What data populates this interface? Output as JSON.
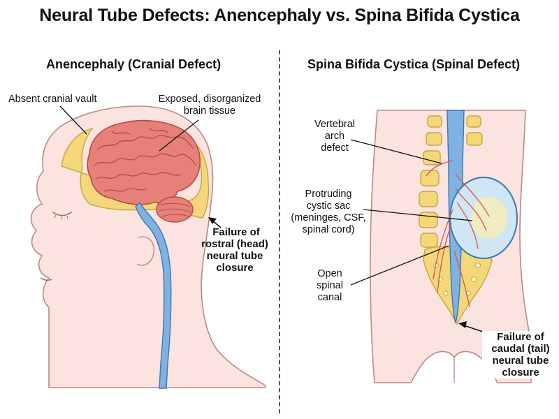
{
  "title": "Neural Tube Defects: Anencephaly vs. Spina Bifida Cystica",
  "left_panel": {
    "heading": "Anencephaly (Cranial Defect)",
    "labels": {
      "cranial": "Absent cranial vault",
      "brain_line1": "Exposed, disorganized",
      "brain_line2": "brain tissue",
      "failure_line1": "Failure of",
      "failure_line2": "rostral (head)",
      "failure_line3": "neural tube",
      "failure_line4": "closure"
    }
  },
  "right_panel": {
    "heading": "Spina Bifida Cystica (Spinal Defect)",
    "labels": {
      "arch_line1": "Vertebral",
      "arch_line2": "arch",
      "arch_line3": "defect",
      "sac_line1": "Protruding",
      "sac_line2": "cystic sac",
      "sac_line3": "(meninges, CSF,",
      "sac_line4": "spinal cord)",
      "canal_line1": "Open",
      "canal_line2": "spinal",
      "canal_line3": "canal",
      "failure_line1": "Failure of",
      "failure_line2": "caudal (tail)",
      "failure_line3": "neural tube",
      "failure_line4": "closure"
    }
  },
  "colors": {
    "skin": "#fbe3df",
    "skin_outline": "#b98a84",
    "brain": "#e8807a",
    "brain_outline": "#b24a45",
    "bone": "#f3d77a",
    "bone_outline": "#c9a43c",
    "cord": "#7fb2e0",
    "cord_outline": "#3f76b0",
    "sac": "#cfe6f4",
    "vessel": "#d9534f"
  }
}
